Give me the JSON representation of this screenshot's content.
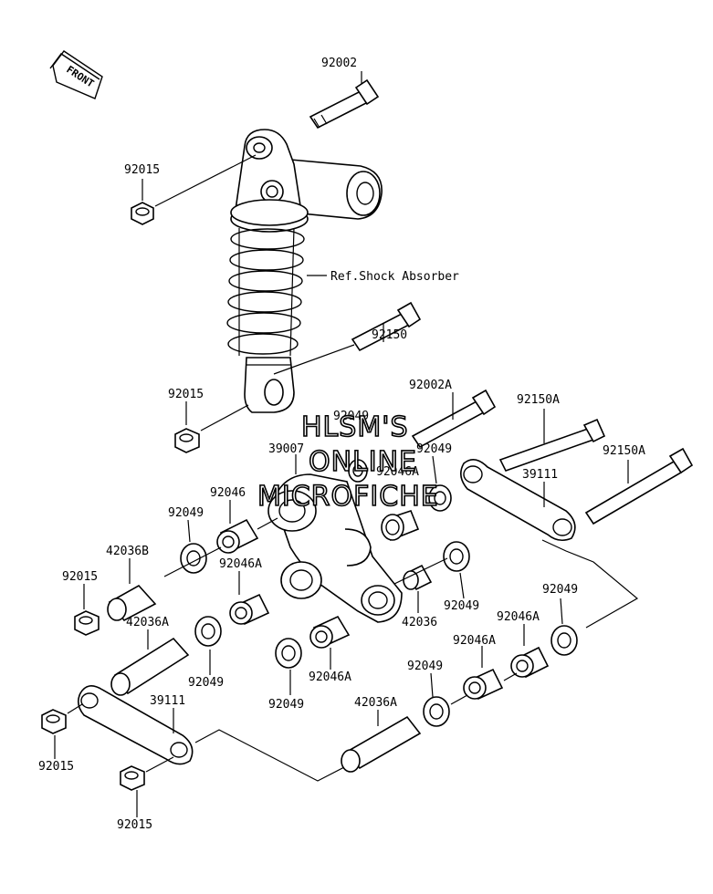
{
  "front_badge": "FRONT",
  "ref_label": "Ref.Shock Absorber",
  "watermark": [
    "HLSM'S",
    "ONLINE",
    "MICROFICHE"
  ],
  "parts": [
    {
      "id": "p1",
      "number": "92002"
    },
    {
      "id": "p2",
      "number": "92015"
    },
    {
      "id": "p3",
      "number": "92150"
    },
    {
      "id": "p4",
      "number": "92015"
    },
    {
      "id": "p5",
      "number": "92002A"
    },
    {
      "id": "p6",
      "number": "92150A"
    },
    {
      "id": "p7",
      "number": "92049"
    },
    {
      "id": "p8",
      "number": "39007"
    },
    {
      "id": "p9",
      "number": "92049"
    },
    {
      "id": "p10",
      "number": "92046A"
    },
    {
      "id": "p11",
      "number": "92150A"
    },
    {
      "id": "p12",
      "number": "39111"
    },
    {
      "id": "p13",
      "number": "92046"
    },
    {
      "id": "p14",
      "number": "92049"
    },
    {
      "id": "p15",
      "number": "42036B"
    },
    {
      "id": "p16",
      "number": "92046A"
    },
    {
      "id": "p17",
      "number": "92015"
    },
    {
      "id": "p18",
      "number": "92049"
    },
    {
      "id": "p19",
      "number": "42036A"
    },
    {
      "id": "p20",
      "number": "42036"
    },
    {
      "id": "p21",
      "number": "92046A"
    },
    {
      "id": "p22",
      "number": "92049"
    },
    {
      "id": "p23",
      "number": "92046A"
    },
    {
      "id": "p24",
      "number": "92049"
    },
    {
      "id": "p25",
      "number": "92049"
    },
    {
      "id": "p26",
      "number": "92049"
    },
    {
      "id": "p27",
      "number": "92046A"
    },
    {
      "id": "p28",
      "number": "39111"
    },
    {
      "id": "p29",
      "number": "42036A"
    },
    {
      "id": "p30",
      "number": "92015"
    },
    {
      "id": "p31",
      "number": "92015"
    }
  ]
}
